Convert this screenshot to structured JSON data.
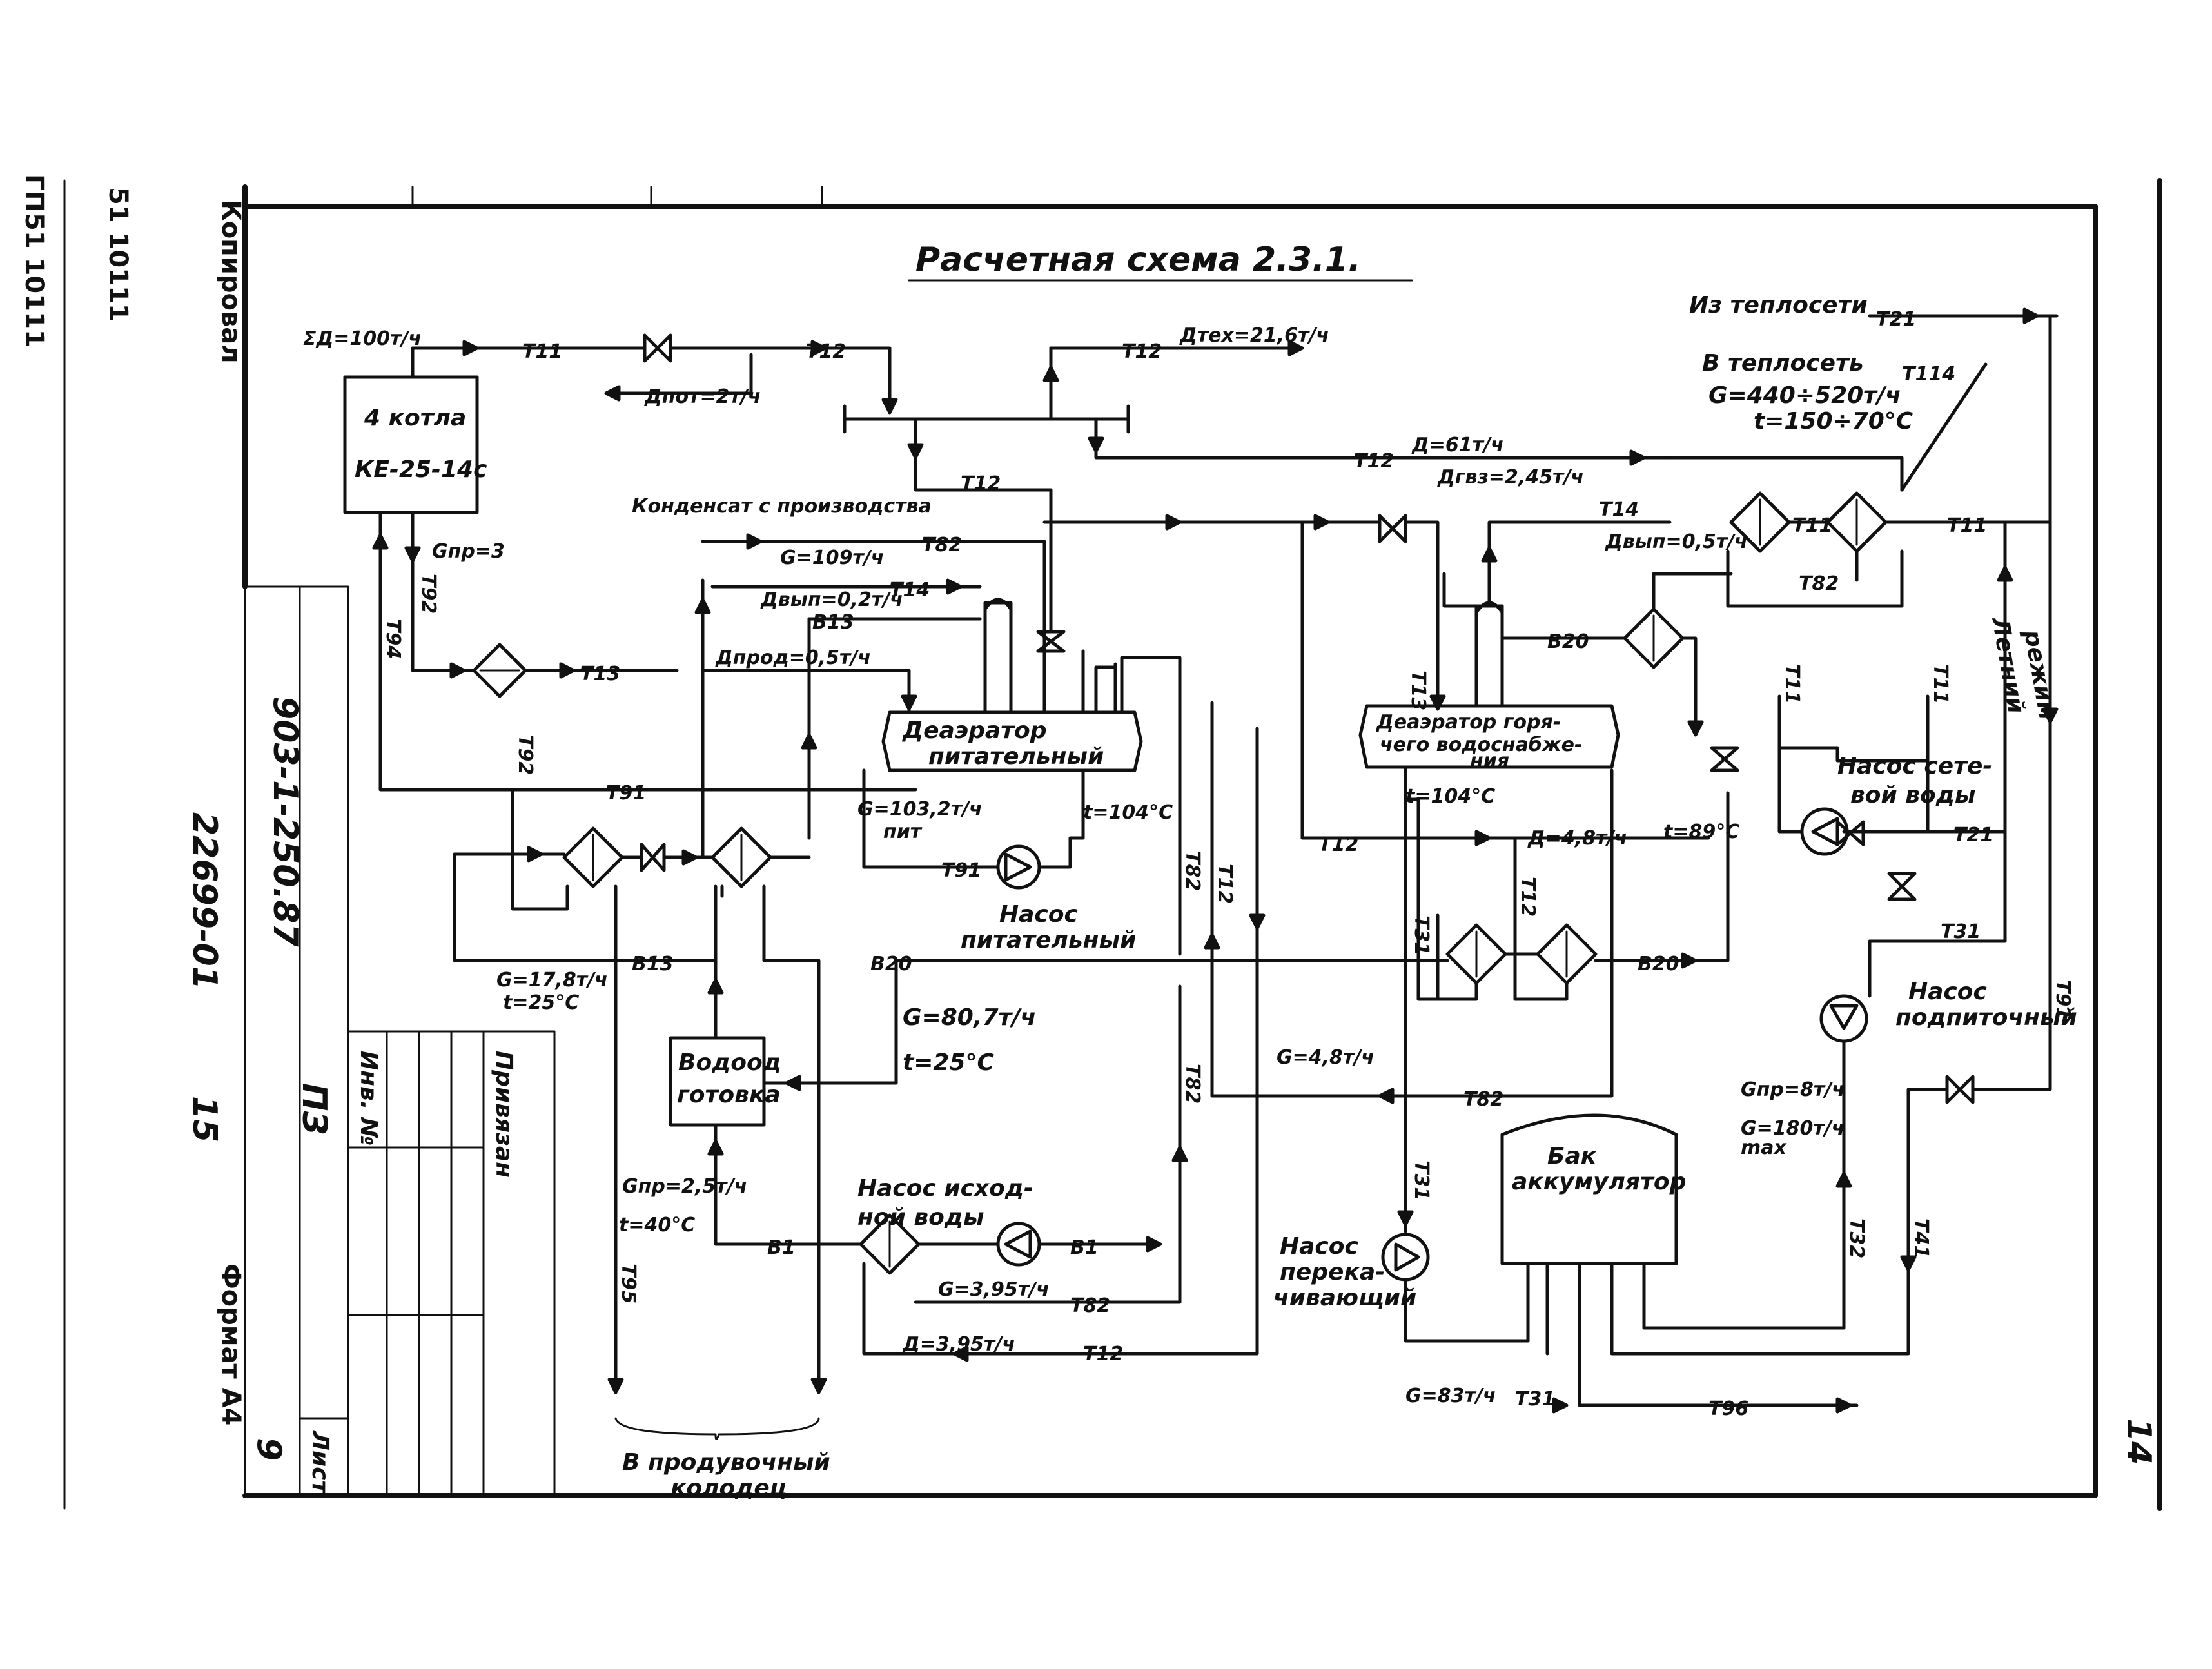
{
  "title": "Расчетная схема 2.3.1.",
  "margin": {
    "left_code_1": "ГП",
    "left_code_2": "51 10111",
    "left_code_3": "51 10111",
    "copied": "Копировал",
    "format": "Формат А4",
    "page_number": "14"
  },
  "stamp": {
    "project": "903-1-250.87",
    "album": "22699-01",
    "section": "ПЗ",
    "sheet_no": "15",
    "sheet_label": "Лист",
    "sheet_value": "9",
    "inv_label": "Инв. №",
    "link_label": "Привязан"
  },
  "equipment": {
    "boilers": [
      "4 котла",
      "КЕ-25-14с"
    ],
    "deaerator_feed": [
      "Деаэратор",
      "питательный"
    ],
    "deaerator_hot": [
      "Деаэратор горя-",
      "чего водоснабже-",
      "ния"
    ],
    "water_treatment": [
      "Водоод",
      "готовка"
    ],
    "accumulator": [
      "Бак",
      "аккумулятор"
    ],
    "pump_feed": [
      "Насос",
      "питательный"
    ],
    "pump_raw": [
      "Насос исход-",
      "ной воды"
    ],
    "pump_transfer": [
      "Насос",
      "перека-",
      "чивающий"
    ],
    "pump_network": [
      "Насос сете-",
      "вой воды"
    ],
    "pump_makeup": [
      "Насос",
      "подпиточный"
    ],
    "summer_mode": [
      "Летний",
      "режим"
    ],
    "blowdown_well": [
      "В продувочный",
      "колодец"
    ]
  },
  "flows": {
    "total_steam": "ΣД=100т/ч",
    "losses": "Дпот=2т/ч",
    "own_needs": "Дтех=21,6т/ч",
    "steam_to_hw": "Д=61т/ч",
    "steam_hws": "Дгвз=2,45т/ч",
    "vent_right": "Двып=0,5т/ч",
    "condensate": "Конденсат с производства",
    "g_condensate": "G=109т/ч",
    "vent_feed": "Двып=0,2т/ч",
    "blowdown": "Дпрод=0,5т/ч",
    "g_feed": "G=103,2т/ч",
    "g_feed_unit": "пит",
    "t_feed": "t=104°С",
    "g_17_8": "G=17,8т/ч",
    "t_25": "t=25°С",
    "g_80_7": "G=80,7т/ч",
    "t_25b": "t=25°С",
    "g_np": "Gпр=2,5т/ч",
    "t_40": "t=40°С",
    "g_3_95": "G=3,95т/ч",
    "d_3_95": "Д=3,95т/ч",
    "g_4_8": "G=4,8т/ч",
    "t_104": "t=104°С",
    "d_4_8": "Д=4,8т/ч",
    "t_89": "t=89°С",
    "g_83": "G=83т/ч",
    "g_pr": "Gпр=3",
    "from_network": "Из теплосети",
    "to_network": "В теплосеть",
    "g_network": "G=440÷520т/ч",
    "t_network": "t=150÷70°С",
    "g_makeup_1": "Gпр=8т/ч",
    "g_makeup_2": "G=180т/ч",
    "g_makeup_2_unit": "max"
  },
  "lines": {
    "t11": "Т11",
    "t12": "Т12",
    "t13": "Т13",
    "t14": "Т14",
    "t21": "Т21",
    "t31": "Т31",
    "t32": "Т32",
    "t41": "Т41",
    "t82": "Т82",
    "t91": "Т91",
    "t92": "Т92",
    "t94": "Т94",
    "t95": "Т95",
    "t96": "Т96",
    "t114": "Т114",
    "b1": "В1",
    "b13": "В13",
    "b20": "В20"
  }
}
